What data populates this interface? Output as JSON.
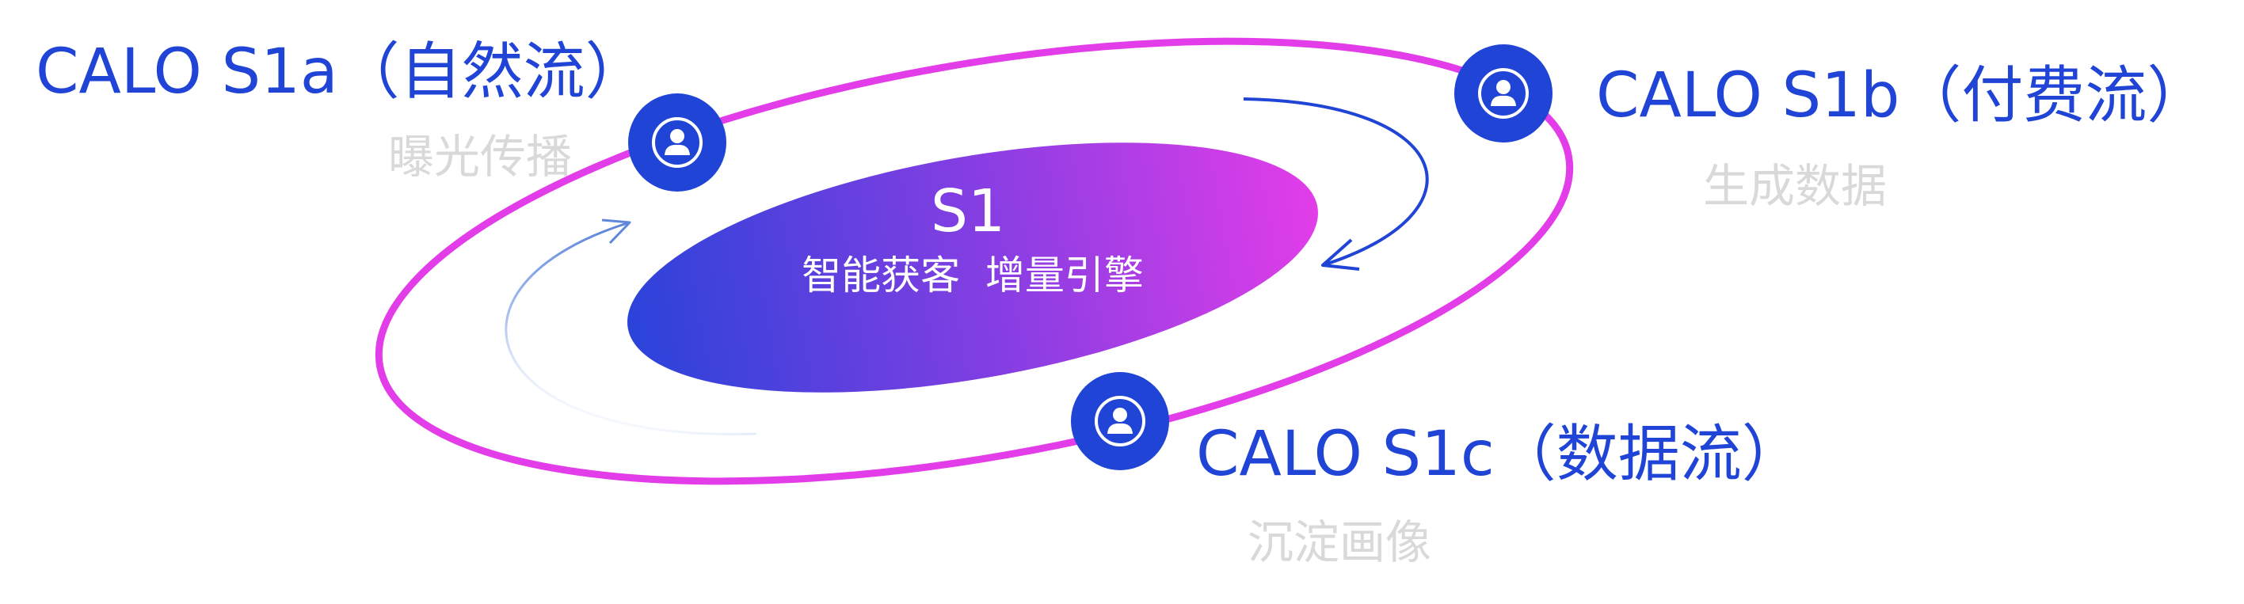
{
  "core": {
    "title": "S1",
    "subtitle": "智能获客  增量引擎"
  },
  "nodes": [
    {
      "id": "s1a",
      "title": "CALO S1a（自然流）",
      "subtitle": "曝光传播",
      "icon": "user-icon"
    },
    {
      "id": "s1b",
      "title": "CALO S1b（付费流）",
      "subtitle": "生成数据",
      "icon": "user-icon"
    },
    {
      "id": "s1c",
      "title": "CALO S1c（数据流）",
      "subtitle": "沉淀画像",
      "icon": "user-icon"
    }
  ],
  "colors": {
    "orbit": "#e23de8",
    "node_fill": "#1f44d6",
    "title_text": "#1f44d6",
    "subtitle_text": "#d9d9d9",
    "core_gradient_start": "#2a43d9",
    "core_gradient_end": "#e23de8",
    "arrow_right": "#1f44d6",
    "arrow_left": "#6b93e0"
  }
}
